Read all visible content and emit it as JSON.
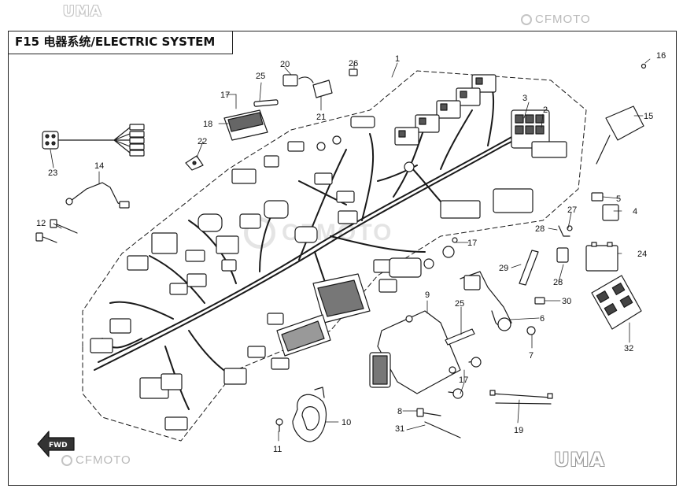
{
  "title": "F15 电器系统/ELECTRIC SYSTEM",
  "logos": {
    "top_left": "UMA",
    "top_right": "CFMOTO",
    "bottom_left": "CFMOTO",
    "bottom_right": "UMA",
    "watermark": "CFMOTO"
  },
  "direction_marker": "FWD",
  "callouts": {
    "n1": "1",
    "n2": "2",
    "n3": "3",
    "n4": "4",
    "n5": "5",
    "n6": "6",
    "n7": "7",
    "n8": "8",
    "n9": "9",
    "n10": "10",
    "n11": "11",
    "n12": "12",
    "n14": "14",
    "n15": "15",
    "n16": "16",
    "n17a": "17",
    "n17b": "17",
    "n17c": "17",
    "n18": "18",
    "n19": "19",
    "n20": "20",
    "n21": "21",
    "n22": "22",
    "n23": "23",
    "n24": "24",
    "n25a": "25",
    "n25b": "25",
    "n26": "26",
    "n27": "27",
    "n28a": "28",
    "n28b": "28",
    "n29": "29",
    "n30": "30",
    "n31": "31",
    "n32": "32"
  },
  "colors": {
    "line": "#1a1a1a",
    "part_fill": "#ffffff",
    "shade": "#555555",
    "frame": "#222222"
  }
}
